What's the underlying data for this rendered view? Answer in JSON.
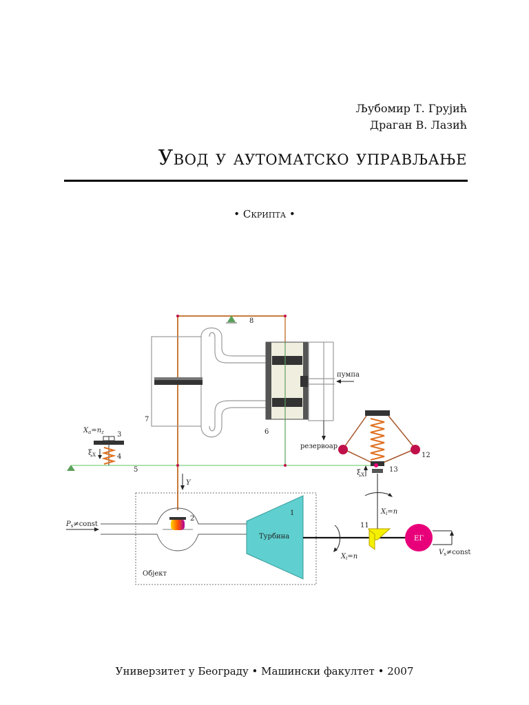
{
  "authors": [
    "Љубомир Т. Грујић",
    "Драган В. Лазић"
  ],
  "title": "Увод у аутоматско управљање",
  "subtitle": "• Скрипта •",
  "footer": "Универзитет у Београду • Машински факултет • 2007",
  "diagram": {
    "labels": {
      "n1": "1",
      "n2": "2",
      "n3": "3",
      "n4": "4",
      "n5": "5",
      "n6": "6",
      "n7": "7",
      "n8": "8",
      "n11": "11",
      "n12": "12",
      "n13": "13",
      "pump": "пумпа",
      "reservoir": "резервоар",
      "turbine": "Турбина",
      "object": "Објект",
      "Y": "Y",
      "ps": "P",
      "ps_sub": "s",
      "ps_rest": "≠const",
      "xa": "X",
      "xa_sub": "a",
      "xa_rest": "=n",
      "xa_sub2": "z",
      "xi_s": "ξ",
      "xi_s_sub": "X",
      "xi_l": "ξ",
      "xi_l_sub": "X",
      "xr": "X",
      "xr_sub": "i",
      "xr_rest": "=n",
      "xi2": "X",
      "xi2_sub": "i",
      "xi2_rest": "=n",
      "eg": "ЕГ",
      "vs": "V",
      "vs_sub": "s",
      "vs_rest": "≠const"
    },
    "colors": {
      "turbine": "#5fcfcf",
      "generator": "#e8007a",
      "spring": "#e07020",
      "linkage": "#a6562a",
      "green_line": "#7fd07f",
      "gear": "#f5f000",
      "ball": "#c0104a",
      "valve_body": "#efeedf",
      "dark_block": "#333333"
    }
  }
}
